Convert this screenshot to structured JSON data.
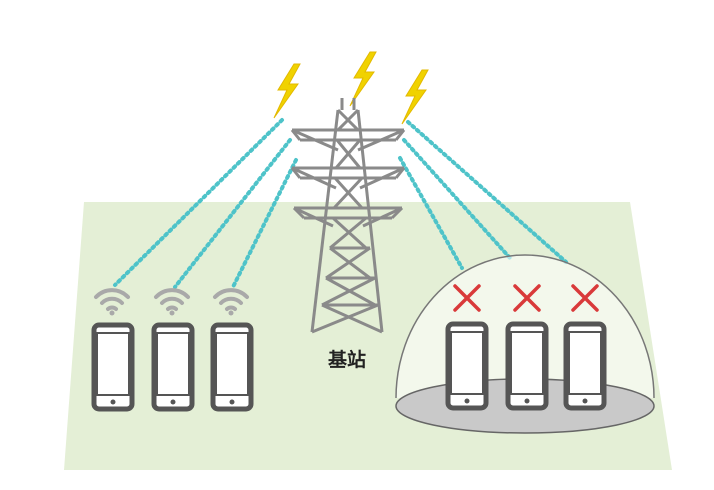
{
  "diagram": {
    "tower_label": "基站",
    "colors": {
      "ground": "#e4efd6",
      "signal": "#4ec3c9",
      "lightning": "#f0d200",
      "tower": "#8a8a8a",
      "phone": "#555555",
      "wifi": "#a9a9a9",
      "blocked_mark": "#d93a3a",
      "dome_floor": "#c9c9c9"
    },
    "connected_phones": [
      {
        "name": "connected-phone-1",
        "signal": "wifi-icon"
      },
      {
        "name": "connected-phone-2",
        "signal": "wifi-icon"
      },
      {
        "name": "connected-phone-3",
        "signal": "wifi-icon"
      }
    ],
    "blocked_phones": [
      {
        "name": "blocked-phone-1",
        "status": "cross-icon"
      },
      {
        "name": "blocked-phone-2",
        "status": "cross-icon"
      },
      {
        "name": "blocked-phone-3",
        "status": "cross-icon"
      }
    ]
  }
}
